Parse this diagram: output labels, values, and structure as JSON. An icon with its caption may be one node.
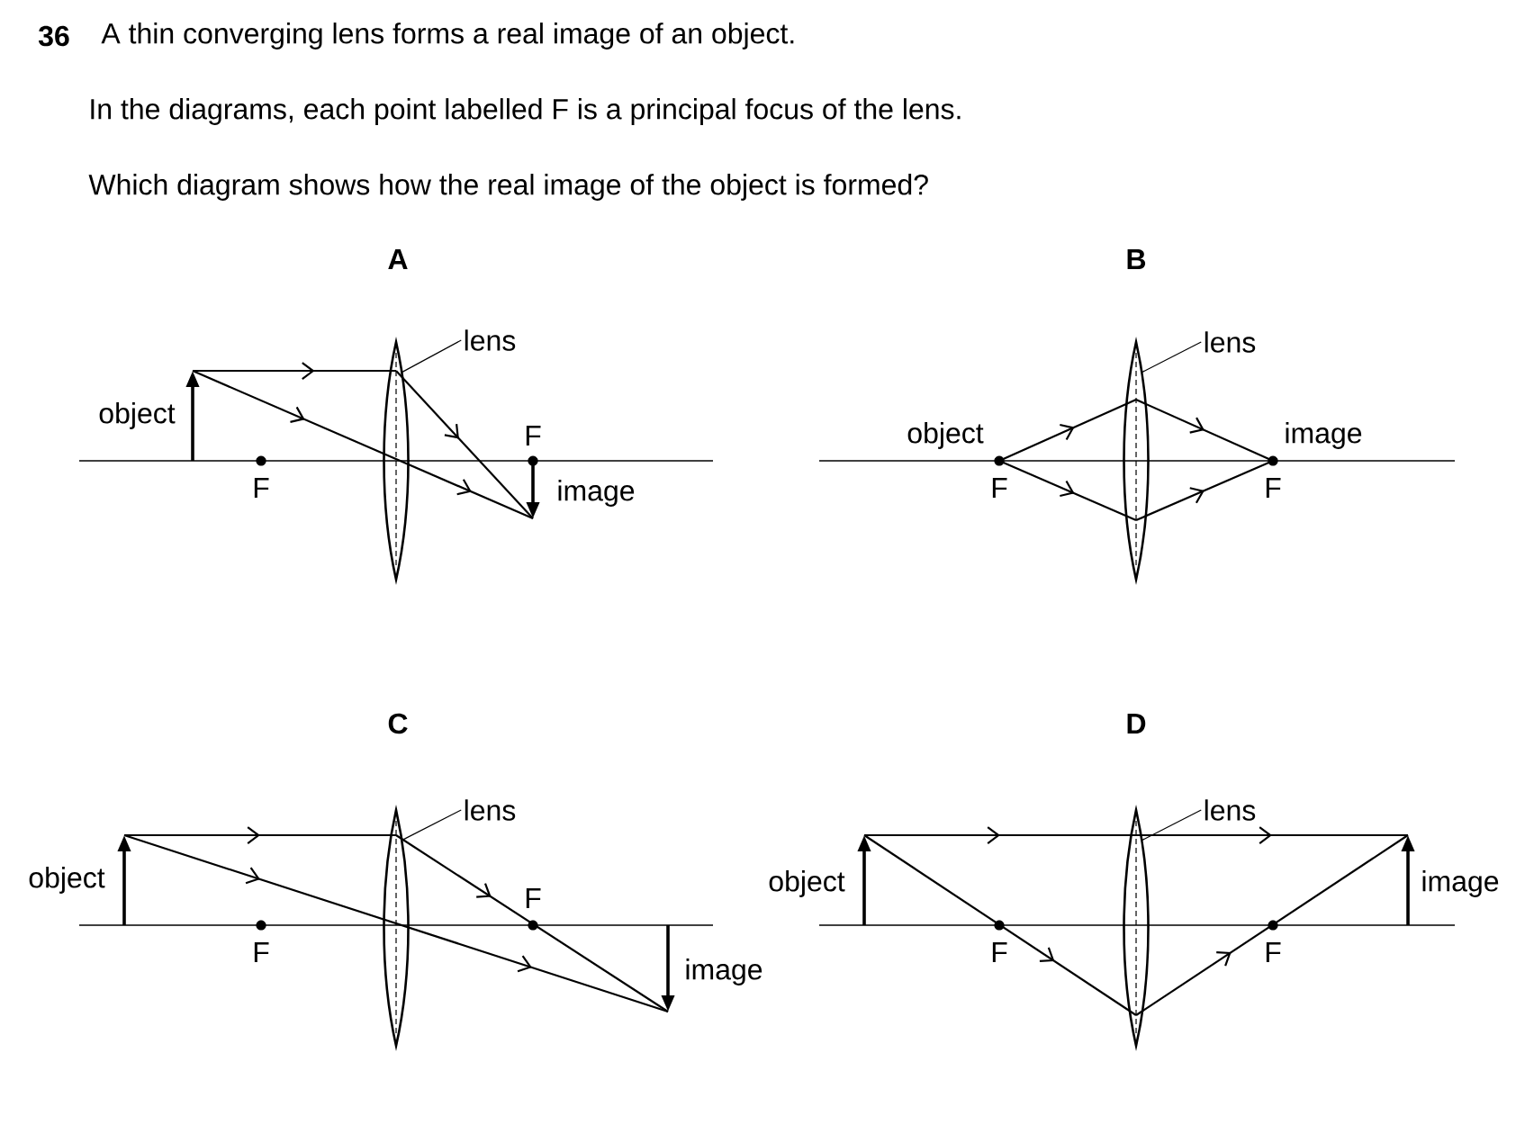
{
  "diagram": {
    "nodes": [
      {
        "text": [
          "lens"
        ]
      },
      {
        "text": [],
        "shape": "lens"
      },
      {
        "text": [
          "lens"
        ]
      },
      {
        "text": [],
        "shape": "lens"
      },
      {
        "text": [
          "lens"
        ]
      },
      {
        "text": [],
        "shape": "lens"
      },
      {
        "text": [
          "lens"
        ]
      },
      {
        "text": [],
        "shape": "lens"
      }
    ],
    "edges": [
      {
        "from": 0,
        "to": 1,
        "arrow": "none"
      },
      {
        "from": 2,
        "to": 3,
        "arrow": "none"
      },
      {
        "from": 4,
        "to": 5,
        "arrow": "none"
      },
      {
        "from": 6,
        "to": 7,
        "arrow": "none"
      }
    ],
    "labels": [
      "36",
      "A thin converging lens forms a real image of an object.",
      "In the diagrams, each point labelled F is a principal focus of the lens.",
      "Which diagram shows how the real image of the object is formed?",
      "A",
      "B",
      "object",
      "F",
      "F",
      "image",
      "object",
      "image",
      "F",
      "F",
      "C",
      "D",
      "object",
      "F",
      "F",
      "image",
      "object",
      "image",
      "F",
      "F"
    ]
  }
}
